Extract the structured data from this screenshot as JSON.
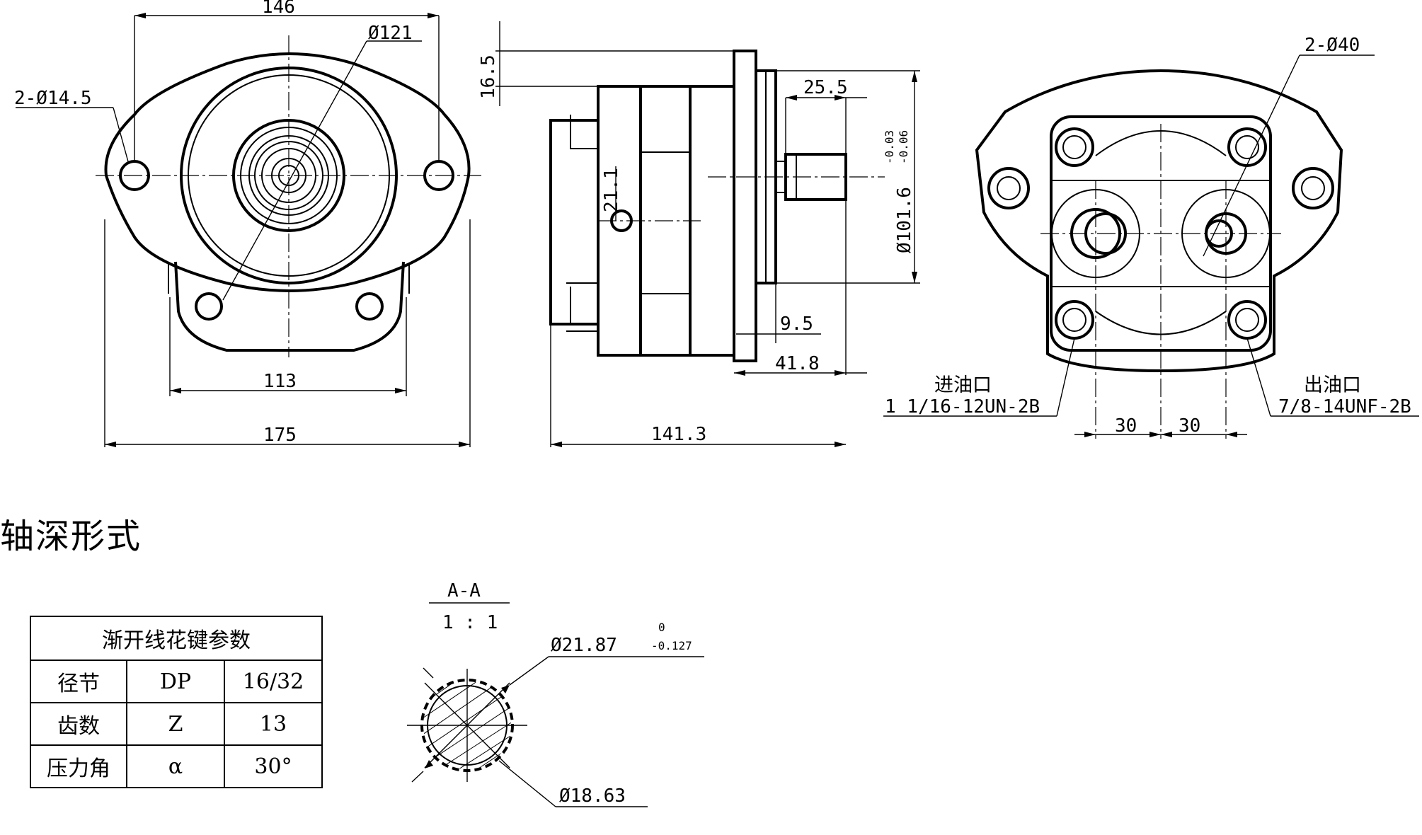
{
  "drawing": {
    "front_view": {
      "width_top": "146",
      "pilot_diameter": "Ø121",
      "mount_holes": "2-Ø14.5",
      "bottom_width": "113",
      "overall_width": "175"
    },
    "side_view": {
      "flange_thickness": "16.5",
      "shaft_length": "25.5",
      "pilot_tolerance_upper": "-0.03",
      "pilot_tolerance_lower": "-0.06",
      "pilot_dia": "Ø101.6",
      "port_height": "21.1",
      "shoulder": "9.5",
      "flange_to_end": "41.8",
      "overall_length": "141.3"
    },
    "rear_view": {
      "port_holes": "2-Ø40",
      "inlet_label": "进油口",
      "inlet_thread": "1 1/16-12UN-2B",
      "outlet_label": "出油口",
      "outlet_thread": "7/8-14UNF-2B",
      "left_offset": "30",
      "right_offset": "30"
    },
    "section": {
      "label": "A-A",
      "scale": "1 : 1",
      "major_dia": "Ø21.87",
      "major_tol_upper": "0",
      "major_tol_lower": "-0.127",
      "minor_dia": "Ø18.63"
    }
  },
  "section_title": "轴深形式",
  "spline_table": {
    "title": "渐开线花键参数",
    "rows": [
      {
        "name": "径节",
        "symbol": "DP",
        "value": "16/32"
      },
      {
        "name": "齿数",
        "symbol": "Z",
        "value": "13"
      },
      {
        "name": "压力角",
        "symbol": "α",
        "value": "30°"
      }
    ]
  }
}
